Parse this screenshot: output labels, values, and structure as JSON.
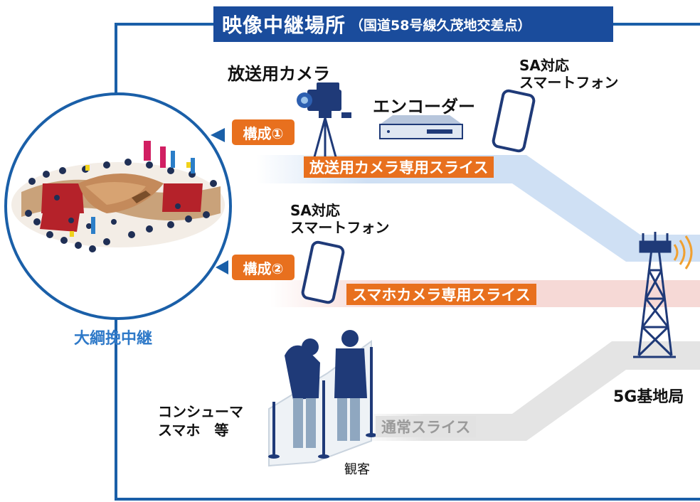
{
  "title": {
    "main": "映像中継場所",
    "sub": "（国道58号線久茂地交差点）"
  },
  "event_label": "大綱挽中継",
  "config1": {
    "badge": "構成①",
    "camera_label": "放送用カメラ",
    "encoder_label": "エンコーダー",
    "phone_label_line1": "SA対応",
    "phone_label_line2": "スマートフォン",
    "slice_label": "放送用カメラ専用スライス"
  },
  "config2": {
    "badge": "構成②",
    "phone_label_line1": "SA対応",
    "phone_label_line2": "スマートフォン",
    "slice_label": "スマホカメラ専用スライス"
  },
  "normal": {
    "slice_label": "通常スライス",
    "consumer_line1": "コンシューマ",
    "consumer_line2": "スマホ　等",
    "audience_label": "観客"
  },
  "base_station_label": "5G基地局",
  "colors": {
    "frame_blue": "#1a5fa8",
    "title_bg": "#1a4c9c",
    "orange": "#e8701e",
    "slice1_band": "#cfe0f4",
    "slice2_band": "#f6d9d6",
    "slice3_band": "#e4e4e4",
    "event_text": "#2e79c8"
  }
}
